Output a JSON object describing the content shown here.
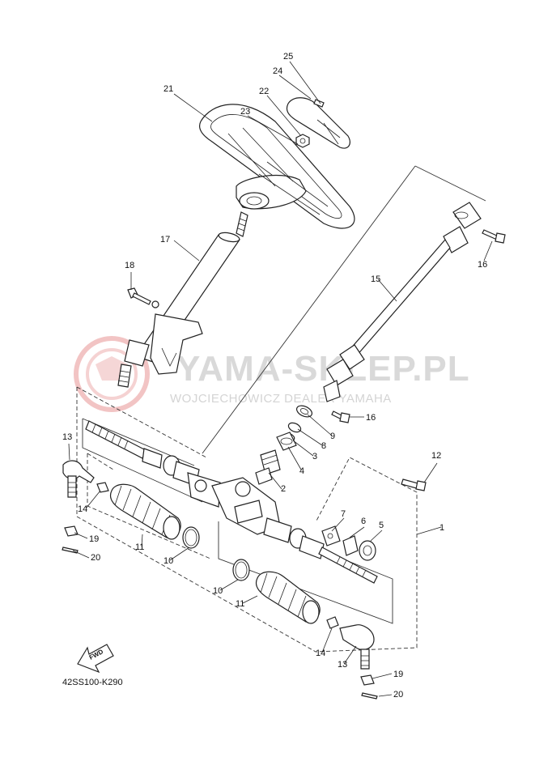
{
  "watermark": {
    "title": "YAMA-SKLEP.PL",
    "subtitle": "WOJCIECHOWICZ DEALER YAMAHA"
  },
  "diagram_code": "42SS100-K290",
  "fwd_label": "FWD",
  "callouts": [
    "25",
    "24",
    "21",
    "22",
    "23",
    "17",
    "18",
    "16",
    "15",
    "16",
    "9",
    "8",
    "3",
    "4",
    "2",
    "12",
    "1",
    "13",
    "14",
    "19",
    "20",
    "11",
    "10",
    "7",
    "6",
    "5",
    "10",
    "11",
    "14",
    "13",
    "19",
    "20"
  ],
  "colors": {
    "line": "#222222",
    "watermark": "#d9d9d9",
    "watermark_logo": "#f2c4c4"
  }
}
